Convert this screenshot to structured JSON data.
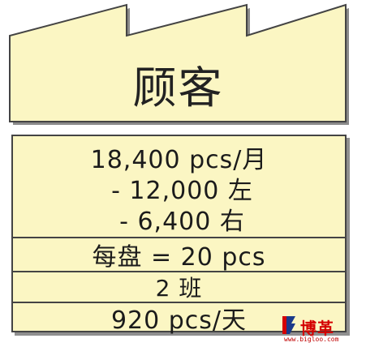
{
  "customer": {
    "title": "顾客"
  },
  "demand": {
    "monthly": "18,400 pcs/月",
    "left": "- 12,000 左",
    "right": "- 6,400 右",
    "per_tray": "每盘 = 20 pcs",
    "shifts": "2 班",
    "daily": "920 pcs/天"
  },
  "logo": {
    "name": "博革",
    "url": "www.bigloo.com",
    "color": "#d40000"
  }
}
